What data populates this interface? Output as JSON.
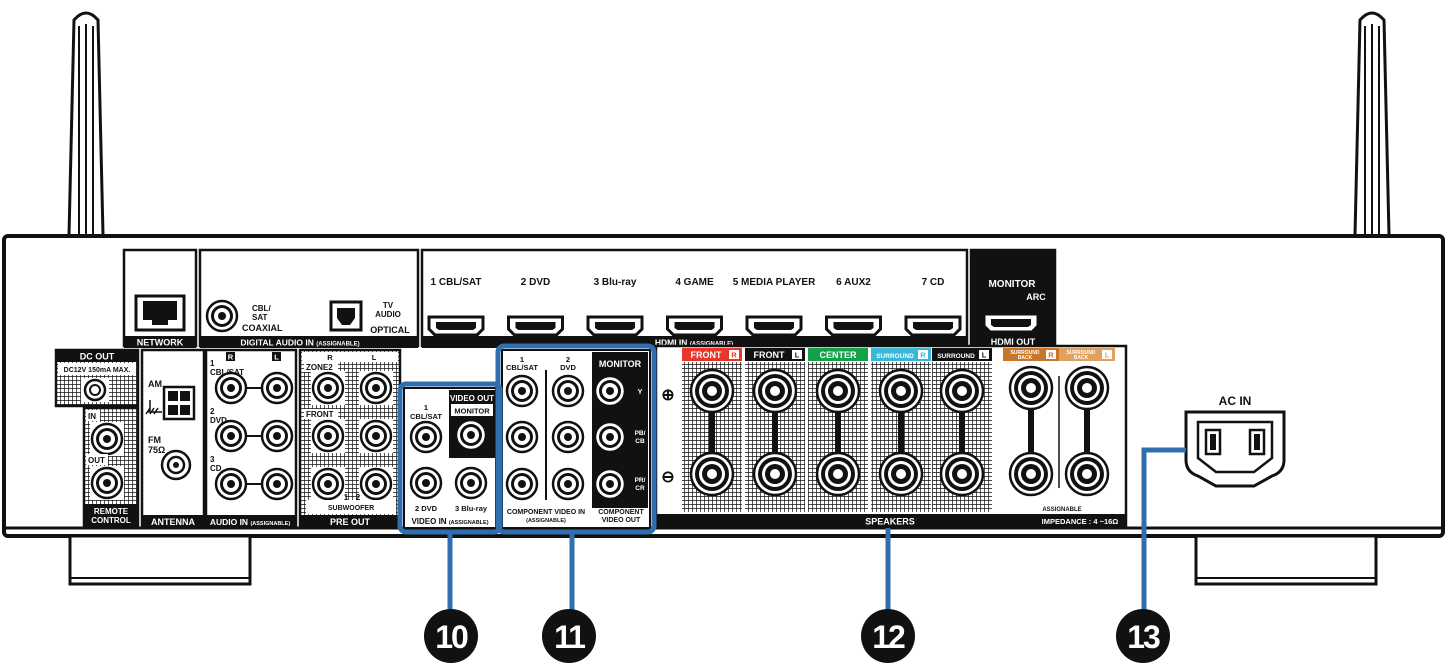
{
  "sections": {
    "network": "NETWORK",
    "digital_audio_in": "DIGITAL AUDIO IN",
    "assignable": "(ASSIGNABLE)",
    "hdmi_in": "HDMI IN",
    "hdmi_out": "HDMI OUT",
    "dc_out": "DC OUT",
    "dc_spec": "DC12V 150mA MAX.",
    "remote_control": "REMOTE\nCONTROL",
    "antenna": "ANTENNA",
    "audio_in": "AUDIO IN",
    "pre_out": "PRE OUT",
    "video_in": "VIDEO IN",
    "video_out": "VIDEO OUT",
    "component_video_in": "COMPONENT VIDEO IN",
    "component_video_out": "COMPONENT\nVIDEO OUT",
    "speakers": "SPEAKERS",
    "impedance": "IMPEDANCE : 4 ~16Ω",
    "ac_in": "AC IN"
  },
  "digital_audio": {
    "coaxial_src": "CBL/\nSAT",
    "coaxial": "COAXIAL",
    "optical_src": "TV\nAUDIO",
    "optical": "OPTICAL"
  },
  "hdmi_inputs": [
    "1 CBL/SAT",
    "2 DVD",
    "3 Blu-ray",
    "4 GAME",
    "5 MEDIA PLAYER",
    "6 AUX2",
    "7 CD"
  ],
  "hdmi_out": {
    "monitor": "MONITOR",
    "arc": "ARC"
  },
  "remote": {
    "in": "IN",
    "out": "OUT"
  },
  "antenna": {
    "am": "AM",
    "fm": "FM\n75Ω"
  },
  "audio_in": {
    "r": "R",
    "l": "L",
    "sources": [
      "1\nCBL/SAT",
      "2\nDVD",
      "3\nCD"
    ]
  },
  "pre_out": {
    "zone2": "ZONE2",
    "front": "FRONT",
    "subwoofer": "SUBWOOFER",
    "sub1": "1",
    "sub2": "2",
    "r": "R",
    "l": "L"
  },
  "video_in": {
    "src1": "1\nCBL/SAT",
    "src2": "2 DVD",
    "src3": "3 Blu-ray",
    "monitor": "MONITOR"
  },
  "component": {
    "src1": "1\nCBL/SAT",
    "src2": "2\nDVD",
    "monitor": "MONITOR",
    "y": "Y",
    "pb": "PB/\nCB",
    "pr": "PR/\nCR"
  },
  "speaker_channels": [
    "FRONT",
    "FRONT",
    "CENTER",
    "SURROUND",
    "SURROUND",
    "SURROUND\nBACK",
    "SURROUND\nBACK"
  ],
  "speaker_sides": [
    "R",
    "L",
    "",
    "R",
    "L",
    "R",
    "L"
  ],
  "speaker_colors": [
    "#e8362c",
    "",
    "#14a14a",
    "#3ab7d4",
    "",
    "#c8742a",
    "#e0a060"
  ],
  "speaker_assignable": "ASSIGNABLE",
  "polarity": {
    "plus": "⊕",
    "minus": "⊖"
  },
  "callouts": [
    "10",
    "11",
    "12",
    "13"
  ],
  "highlight_color": "#2f6fae"
}
